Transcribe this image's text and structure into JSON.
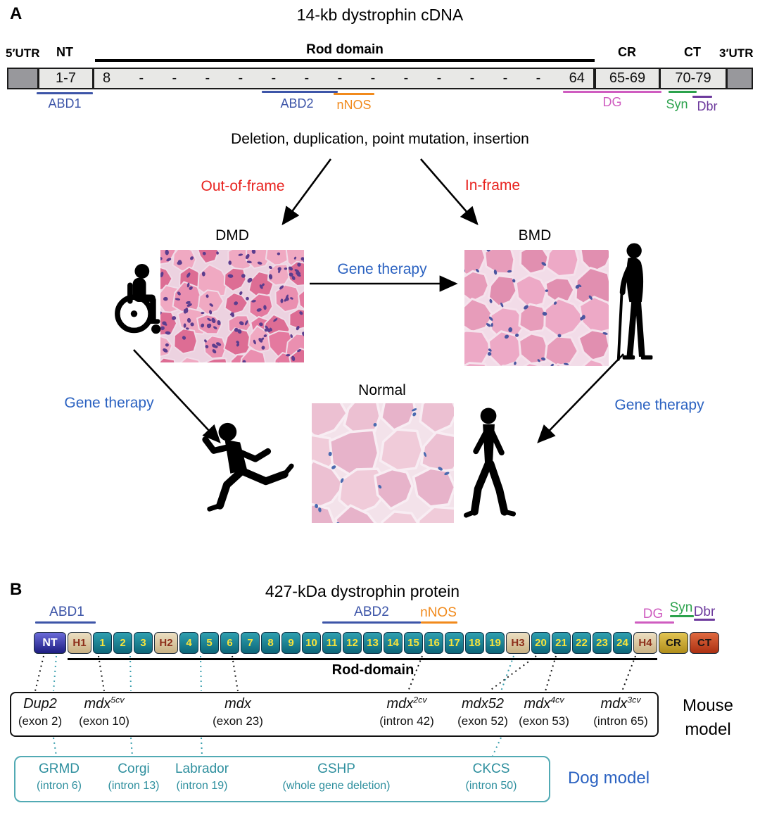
{
  "colors": {
    "blue_text": "#2b62c1",
    "navy_line": "#3d55a8",
    "red_text": "#e8231f",
    "orange": "#f18a1c",
    "magenta": "#cf5cc0",
    "green": "#2ba24c",
    "purple": "#6d3a9d",
    "teal": "#2e8f9e",
    "repeat_teal": "#0d6678",
    "hinge_tan": "#c9b183",
    "cr_gold": "#b08d1a",
    "ct_red": "#ab3012",
    "nt_navy": "#1d1d82"
  },
  "panelA": {
    "label": "A",
    "title": "14-kb dystrophin cDNA",
    "header": {
      "utr5": "5′UTR",
      "nt": "NT",
      "rod": "Rod domain",
      "cr": "CR",
      "ct": "CT",
      "utr3": "3′UTR"
    },
    "bar": {
      "nt": "1-7",
      "rod_cells": [
        "8",
        "-",
        "-",
        "-",
        "-",
        "-",
        "-",
        "-",
        "-",
        "-",
        "-",
        "-",
        "-",
        "-",
        "64"
      ],
      "cr": "65-69",
      "ct": "70-79"
    },
    "annotations": {
      "abd1": "ABD1",
      "abd2": "ABD2",
      "nnos": "nNOS",
      "dg": "DG",
      "syn": "Syn",
      "dbr": "Dbr"
    },
    "mutation_text": "Deletion, duplication, point mutation, insertion",
    "out_of_frame": "Out-of-frame",
    "in_frame": "In-frame",
    "dmd": "DMD",
    "bmd": "BMD",
    "normal": "Normal",
    "gene_therapy": "Gene therapy"
  },
  "panelB": {
    "label": "B",
    "title": "427-kDa dystrophin protein",
    "annotations": {
      "abd1": "ABD1",
      "abd2": "ABD2",
      "nnos": "nNOS",
      "dg": "DG",
      "syn": "Syn",
      "dbr": "Dbr"
    },
    "rod_label": "Rod-domain",
    "segments": [
      {
        "label": "NT",
        "type": "nt"
      },
      {
        "label": "H1",
        "type": "hinge"
      },
      {
        "label": "1",
        "type": "repeat"
      },
      {
        "label": "2",
        "type": "repeat"
      },
      {
        "label": "3",
        "type": "repeat"
      },
      {
        "label": "H2",
        "type": "hinge"
      },
      {
        "label": "4",
        "type": "repeat"
      },
      {
        "label": "5",
        "type": "repeat"
      },
      {
        "label": "6",
        "type": "repeat"
      },
      {
        "label": "7",
        "type": "repeat"
      },
      {
        "label": "8",
        "type": "repeat"
      },
      {
        "label": "9",
        "type": "repeat"
      },
      {
        "label": "10",
        "type": "repeat"
      },
      {
        "label": "11",
        "type": "repeat"
      },
      {
        "label": "12",
        "type": "repeat"
      },
      {
        "label": "13",
        "type": "repeat"
      },
      {
        "label": "14",
        "type": "repeat"
      },
      {
        "label": "15",
        "type": "repeat"
      },
      {
        "label": "16",
        "type": "repeat"
      },
      {
        "label": "17",
        "type": "repeat"
      },
      {
        "label": "18",
        "type": "repeat"
      },
      {
        "label": "19",
        "type": "repeat"
      },
      {
        "label": "H3",
        "type": "hinge"
      },
      {
        "label": "20",
        "type": "repeat"
      },
      {
        "label": "21",
        "type": "repeat"
      },
      {
        "label": "22",
        "type": "repeat"
      },
      {
        "label": "23",
        "type": "repeat"
      },
      {
        "label": "24",
        "type": "repeat"
      },
      {
        "label": "H4",
        "type": "hinge"
      },
      {
        "label": "CR",
        "type": "cr"
      },
      {
        "label": "CT",
        "type": "ct"
      }
    ],
    "mouse_model_label": "Mouse model",
    "mouse_models": [
      {
        "name": "Dup2",
        "sup": "",
        "location": "(exon 2)"
      },
      {
        "name": "mdx",
        "sup": "5cv",
        "location": "(exon 10)"
      },
      {
        "name": "mdx",
        "sup": "",
        "location": "(exon 23)"
      },
      {
        "name": "mdx",
        "sup": "2cv",
        "location": "(intron 42)"
      },
      {
        "name": "mdx52",
        "sup": "",
        "location": "(exon 52)"
      },
      {
        "name": "mdx",
        "sup": "4cv",
        "location": "(exon 53)"
      },
      {
        "name": "mdx",
        "sup": "3cv",
        "location": "(intron 65)"
      }
    ],
    "dog_model_label": "Dog model",
    "dog_models": [
      {
        "name": "GRMD",
        "location": "(intron 6)"
      },
      {
        "name": "Corgi",
        "location": "(intron 13)"
      },
      {
        "name": "Labrador",
        "location": "(intron 19)"
      },
      {
        "name": "GSHP",
        "location": "(whole gene deletion)"
      },
      {
        "name": "CKCS",
        "location": "(intron 50)"
      }
    ]
  }
}
